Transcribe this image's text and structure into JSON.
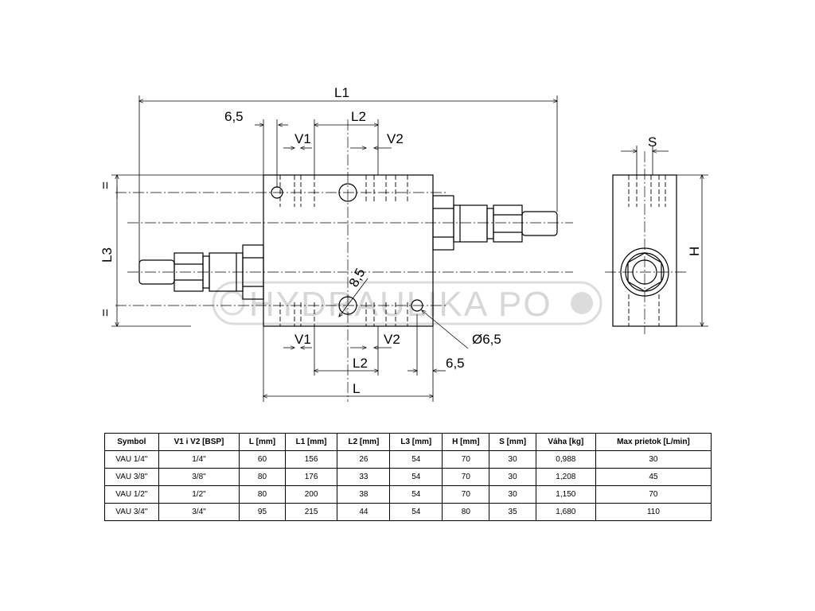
{
  "drawing": {
    "labels": {
      "L1": "L1",
      "L2_top": "L2",
      "L2_bottom": "L2",
      "L3": "L3",
      "L": "L",
      "V1_top": "V1",
      "V2_top": "V2",
      "V1_bottom": "V1",
      "V2_bottom": "V2",
      "dim_6_5_top": "6,5",
      "dim_6_5_bottom": "6,5",
      "dim_8_5": "8,5",
      "dim_hole": "Ø6,5",
      "S": "S",
      "H": "H",
      "eq_top": "=",
      "eq_bottom": "="
    },
    "watermark": "HYDRAULIKA PO"
  },
  "table": {
    "headers": [
      "Symbol",
      "V1 i V2 [BSP]",
      "L [mm]",
      "L1 [mm]",
      "L2 [mm]",
      "L3 [mm]",
      "H [mm]",
      "S [mm]",
      "Váha [kg]",
      "Max prietok [L/min]"
    ],
    "rows": [
      [
        "VAU 1/4\"",
        "1/4\"",
        "60",
        "156",
        "26",
        "54",
        "70",
        "30",
        "0,988",
        "30"
      ],
      [
        "VAU 3/8\"",
        "3/8\"",
        "80",
        "176",
        "33",
        "54",
        "70",
        "30",
        "1,208",
        "45"
      ],
      [
        "VAU 1/2\"",
        "1/2\"",
        "80",
        "200",
        "38",
        "54",
        "70",
        "30",
        "1,150",
        "70"
      ],
      [
        "VAU 3/4\"",
        "3/4\"",
        "95",
        "215",
        "44",
        "54",
        "80",
        "35",
        "1,680",
        "110"
      ]
    ]
  }
}
